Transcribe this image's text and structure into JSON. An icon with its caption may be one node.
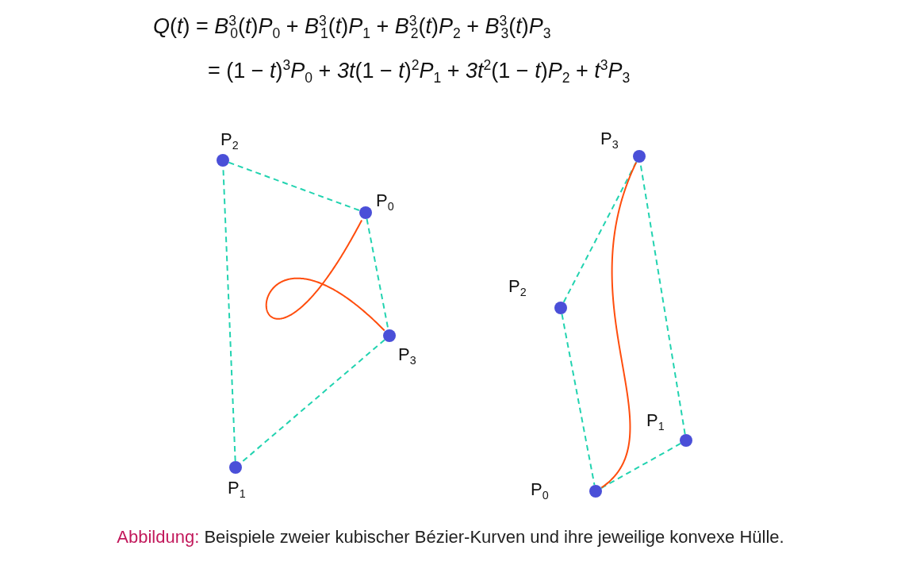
{
  "diagram": {
    "caption": "**Abbildung:** Beispiele zweier kubischer Bézier-Kurven und ihre jeweilige konvexe Hülle.",
    "labels": [
      "*Q*(*t*) = *B*$^{3}$$_{0}$(*t*)*P*$_{0}$ + *B*$^{3}$$_{1}$(*t*)*P*$_{1}$ + *B*$^{3}$$_{2}$(*t*)*P*$_{2}$ + *B*$^{3}$$_{3}$(*t*)*P*$_{3}$",
      "= (1 − *t*)$^{3}$*P*$_{0}$ + *3t*(1 − *t*)$^{2}$*P*$_{1}$ + *3t*$^{2}$(1 − *t*)*P*$_{2}$ + *t*$^{3}$*P*$_{3}$"
    ],
    "nodes": [
      {
        "text": [
          "P$_{2}$"
        ]
      },
      {
        "text": [
          "P$_{0}$"
        ]
      },
      {
        "text": [
          "P$_{3}$"
        ]
      },
      {
        "text": [
          "P$_{1}$"
        ]
      },
      {
        "text": [
          "P$_{3}$"
        ]
      },
      {
        "text": [
          "P$_{2}$"
        ]
      },
      {
        "text": [
          "P$_{1}$"
        ]
      },
      {
        "text": [
          "P$_{0}$"
        ]
      }
    ],
    "edges": [
      {
        "from": 0,
        "to": 1,
        "arrow": "none",
        "style": "dashed"
      },
      {
        "from": 1,
        "to": 2,
        "arrow": "none",
        "style": "dashed"
      },
      {
        "from": 2,
        "to": 3,
        "arrow": "none",
        "style": "dashed"
      },
      {
        "from": 3,
        "to": 0,
        "arrow": "none",
        "style": "dashed"
      },
      {
        "from": 1,
        "to": 2,
        "arrow": "none",
        "color": "#ff4d0d"
      },
      {
        "from": 4,
        "to": 5,
        "arrow": "none",
        "style": "dashed"
      },
      {
        "from": 5,
        "to": 7,
        "arrow": "none",
        "style": "dashed"
      },
      {
        "from": 7,
        "to": 6,
        "arrow": "none",
        "style": "dashed"
      },
      {
        "from": 6,
        "to": 4,
        "arrow": "none",
        "style": "dashed"
      },
      {
        "from": 7,
        "to": 4,
        "arrow": "none",
        "color": "#ff4d0d"
      }
    ]
  }
}
